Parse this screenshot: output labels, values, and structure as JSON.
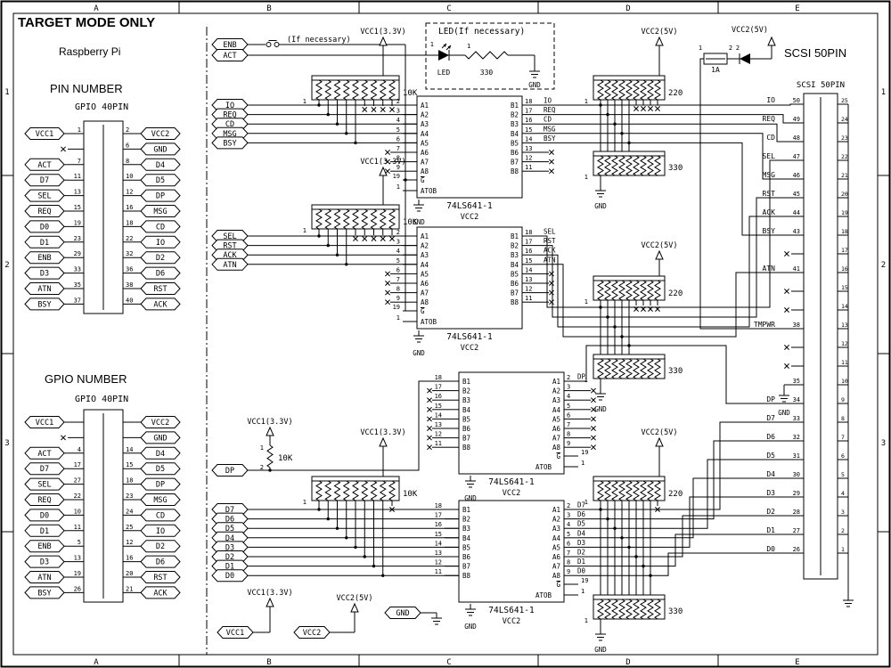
{
  "title": "TARGET MODE ONLY",
  "ruler": {
    "columns": [
      "A",
      "B",
      "C",
      "D",
      "E"
    ],
    "rows": [
      "1",
      "2",
      "3"
    ]
  },
  "labels": {
    "vcc1_33": "VCC1(3.3V)",
    "vcc2_5": "VCC2(5V)",
    "vcc2": "VCC2",
    "gnd": "GND",
    "if_necessary": "(If necessary)"
  },
  "raspberry_pi": {
    "section_label": "Raspberry Pi",
    "pin_heading": "PIN NUMBER",
    "gpio_heading": "GPIO NUMBER",
    "connector_label": "GPIO 40PIN",
    "pin_rows": [
      {
        "l": "VCC1",
        "lp": "1",
        "rp": "2",
        "r": "VCC2"
      },
      {
        "l": "",
        "lp": "",
        "rp": "6",
        "r": "GND"
      },
      {
        "l": "ACT",
        "lp": "7",
        "rp": "8",
        "r": "D4"
      },
      {
        "l": "D7",
        "lp": "11",
        "rp": "10",
        "r": "D5"
      },
      {
        "l": "SEL",
        "lp": "13",
        "rp": "12",
        "r": "DP"
      },
      {
        "l": "REQ",
        "lp": "15",
        "rp": "16",
        "r": "MSG"
      },
      {
        "l": "D0",
        "lp": "19",
        "rp": "18",
        "r": "CD"
      },
      {
        "l": "D1",
        "lp": "23",
        "rp": "22",
        "r": "IO"
      },
      {
        "l": "ENB",
        "lp": "29",
        "rp": "32",
        "r": "D2"
      },
      {
        "l": "D3",
        "lp": "33",
        "rp": "36",
        "r": "D6"
      },
      {
        "l": "ATN",
        "lp": "35",
        "rp": "38",
        "r": "RST"
      },
      {
        "l": "BSY",
        "lp": "37",
        "rp": "40",
        "r": "ACK"
      }
    ],
    "gpio_rows": [
      {
        "l": "VCC1",
        "lp": "",
        "rp": "",
        "r": "VCC2"
      },
      {
        "l": "",
        "lp": "",
        "rp": "",
        "r": "GND"
      },
      {
        "l": "ACT",
        "lp": "4",
        "rp": "14",
        "r": "D4"
      },
      {
        "l": "D7",
        "lp": "17",
        "rp": "15",
        "r": "D5"
      },
      {
        "l": "SEL",
        "lp": "27",
        "rp": "18",
        "r": "DP"
      },
      {
        "l": "REQ",
        "lp": "22",
        "rp": "23",
        "r": "MSG"
      },
      {
        "l": "D0",
        "lp": "10",
        "rp": "24",
        "r": "CD"
      },
      {
        "l": "D1",
        "lp": "11",
        "rp": "25",
        "r": "IO"
      },
      {
        "l": "ENB",
        "lp": "5",
        "rp": "12",
        "r": "D2"
      },
      {
        "l": "D3",
        "lp": "13",
        "rp": "16",
        "r": "D6"
      },
      {
        "l": "ATN",
        "lp": "19",
        "rp": "20",
        "r": "RST"
      },
      {
        "l": "BSY",
        "lp": "26",
        "rp": "21",
        "r": "ACK"
      }
    ]
  },
  "tags": {
    "group1": [
      "IO",
      "REQ",
      "CD",
      "MSG",
      "BSY"
    ],
    "group2": [
      "SEL",
      "RST",
      "ACK",
      "ATN"
    ],
    "group3": [
      "DP",
      "D7",
      "D6",
      "D5",
      "D4",
      "D3",
      "D2",
      "D1",
      "D0"
    ],
    "enb": "ENB",
    "act": "ACT",
    "bottom_vcc1": "VCC1",
    "bottom_vcc2": "VCC2",
    "bottom_gnd": "GND"
  },
  "networks": {
    "pullup": "10K",
    "term_pwr": "220",
    "term_gnd": "330",
    "pin1": "1",
    "pin2": "2"
  },
  "led": {
    "title": "LED(If necessary)",
    "label": "LED",
    "resistor": "330",
    "pin1": "1"
  },
  "fuse": {
    "pin_left": "1",
    "value": "1A",
    "pin_right": "2",
    "diode_pin": "2"
  },
  "ics": [
    {
      "part": "74LS641-1",
      "power": "VCC2",
      "dir_label": "ATOB",
      "dir_pin": "1",
      "enable_label": "G",
      "enable_pin": "19",
      "rows": [
        {
          "ll": "A1",
          "lp": "2",
          "rl": "B1",
          "rp": "18",
          "in": "IO",
          "out": "IO"
        },
        {
          "ll": "A2",
          "lp": "3",
          "rl": "B2",
          "rp": "17",
          "in": "REQ",
          "out": "REQ"
        },
        {
          "ll": "A3",
          "lp": "4",
          "rl": "B3",
          "rp": "16",
          "in": "CD",
          "out": "CD"
        },
        {
          "ll": "A4",
          "lp": "5",
          "rl": "B4",
          "rp": "15",
          "in": "MSG",
          "out": "MSG"
        },
        {
          "ll": "A5",
          "lp": "6",
          "rl": "B5",
          "rp": "14",
          "in": "BSY",
          "out": "BSY"
        },
        {
          "ll": "A6",
          "lp": "7",
          "rl": "B6",
          "rp": "13",
          "in": null,
          "out": null
        },
        {
          "ll": "A7",
          "lp": "8",
          "rl": "B7",
          "rp": "12",
          "in": null,
          "out": null
        },
        {
          "ll": "A8",
          "lp": "9",
          "rl": "B8",
          "rp": "11",
          "in": null,
          "out": null
        }
      ]
    },
    {
      "part": "74LS641-1",
      "power": "VCC2",
      "dir_label": "ATOB",
      "dir_pin": "1",
      "enable_label": "G",
      "enable_pin": "19",
      "rows": [
        {
          "ll": "A1",
          "lp": "2",
          "rl": "B1",
          "rp": "18",
          "in": "SEL",
          "out": "SEL"
        },
        {
          "ll": "A2",
          "lp": "3",
          "rl": "B2",
          "rp": "17",
          "in": "RST",
          "out": "RST"
        },
        {
          "ll": "A3",
          "lp": "4",
          "rl": "B3",
          "rp": "16",
          "in": "ACK",
          "out": "ACK"
        },
        {
          "ll": "A4",
          "lp": "5",
          "rl": "B4",
          "rp": "15",
          "in": "ATN",
          "out": "ATN"
        },
        {
          "ll": "A5",
          "lp": "6",
          "rl": "B5",
          "rp": "14",
          "in": null,
          "out": null
        },
        {
          "ll": "A6",
          "lp": "7",
          "rl": "B6",
          "rp": "13",
          "in": null,
          "out": null
        },
        {
          "ll": "A7",
          "lp": "8",
          "rl": "B7",
          "rp": "12",
          "in": null,
          "out": null
        },
        {
          "ll": "A8",
          "lp": "9",
          "rl": "B8",
          "rp": "11",
          "in": null,
          "out": null
        }
      ]
    },
    {
      "part": "74LS641-1",
      "power": "VCC2",
      "dir_label": "ATOB",
      "dir_pin": "1",
      "enable_label": "G",
      "enable_pin": "19",
      "rows": [
        {
          "ll": "B1",
          "lp": "18",
          "rl": "A1",
          "rp": "2",
          "in": "DP",
          "out": "DP"
        },
        {
          "ll": "B2",
          "lp": "17",
          "rl": "A2",
          "rp": "3",
          "in": null,
          "out": null
        },
        {
          "ll": "B3",
          "lp": "16",
          "rl": "A3",
          "rp": "4",
          "in": null,
          "out": null
        },
        {
          "ll": "B4",
          "lp": "15",
          "rl": "A4",
          "rp": "5",
          "in": null,
          "out": null
        },
        {
          "ll": "B5",
          "lp": "14",
          "rl": "A5",
          "rp": "6",
          "in": null,
          "out": null
        },
        {
          "ll": "B6",
          "lp": "13",
          "rl": "A6",
          "rp": "7",
          "in": null,
          "out": null
        },
        {
          "ll": "B7",
          "lp": "12",
          "rl": "A7",
          "rp": "8",
          "in": null,
          "out": null
        },
        {
          "ll": "B8",
          "lp": "11",
          "rl": "A8",
          "rp": "9",
          "in": null,
          "out": null
        }
      ]
    },
    {
      "part": "74LS641-1",
      "power": "VCC2",
      "dir_label": "ATOB",
      "dir_pin": "1",
      "enable_label": "G",
      "enable_pin": "19",
      "rows": [
        {
          "ll": "B1",
          "lp": "18",
          "rl": "A1",
          "rp": "2",
          "in": "D7",
          "out": "D7"
        },
        {
          "ll": "B2",
          "lp": "17",
          "rl": "A2",
          "rp": "3",
          "in": "D6",
          "out": "D6"
        },
        {
          "ll": "B3",
          "lp": "16",
          "rl": "A3",
          "rp": "4",
          "in": "D5",
          "out": "D5"
        },
        {
          "ll": "B4",
          "lp": "15",
          "rl": "A4",
          "rp": "5",
          "in": "D4",
          "out": "D4"
        },
        {
          "ll": "B5",
          "lp": "14",
          "rl": "A5",
          "rp": "6",
          "in": "D3",
          "out": "D3"
        },
        {
          "ll": "B6",
          "lp": "13",
          "rl": "A6",
          "rp": "7",
          "in": "D2",
          "out": "D2"
        },
        {
          "ll": "B7",
          "lp": "12",
          "rl": "A7",
          "rp": "8",
          "in": "D1",
          "out": "D1"
        },
        {
          "ll": "B8",
          "lp": "11",
          "rl": "A8",
          "rp": "9",
          "in": "D0",
          "out": "D0"
        }
      ]
    }
  ],
  "scsi": {
    "section_title": "SCSI 50PIN",
    "connector_label": "SCSI 50PIN",
    "left_pins": [
      {
        "signal": "IO",
        "num": "50"
      },
      {
        "signal": "REQ",
        "num": "49"
      },
      {
        "signal": "CD",
        "num": "48"
      },
      {
        "signal": "SEL",
        "num": "47"
      },
      {
        "signal": "MSG",
        "num": "46"
      },
      {
        "signal": "RST",
        "num": "45"
      },
      {
        "signal": "ACK",
        "num": "44"
      },
      {
        "signal": "BSY",
        "num": "43"
      },
      {
        "signal": "ATN",
        "num": "41"
      },
      {
        "signal": "TMPWR",
        "num": "38"
      },
      {
        "signal": "GND",
        "num": "35"
      },
      {
        "signal": "DP",
        "num": "34"
      },
      {
        "signal": "D7",
        "num": "33"
      },
      {
        "signal": "D6",
        "num": "32"
      },
      {
        "signal": "D5",
        "num": "31"
      },
      {
        "signal": "D4",
        "num": "30"
      },
      {
        "signal": "D3",
        "num": "29"
      },
      {
        "signal": "D2",
        "num": "28"
      },
      {
        "signal": "D1",
        "num": "27"
      },
      {
        "signal": "D0",
        "num": "26"
      }
    ],
    "right_pins": [
      "25",
      "24",
      "23",
      "22",
      "21",
      "20",
      "19",
      "18",
      "17",
      "16",
      "15",
      "14",
      "13",
      "12",
      "11",
      "10",
      "9",
      "8",
      "7",
      "6",
      "5",
      "4",
      "3",
      "2",
      "1"
    ]
  }
}
